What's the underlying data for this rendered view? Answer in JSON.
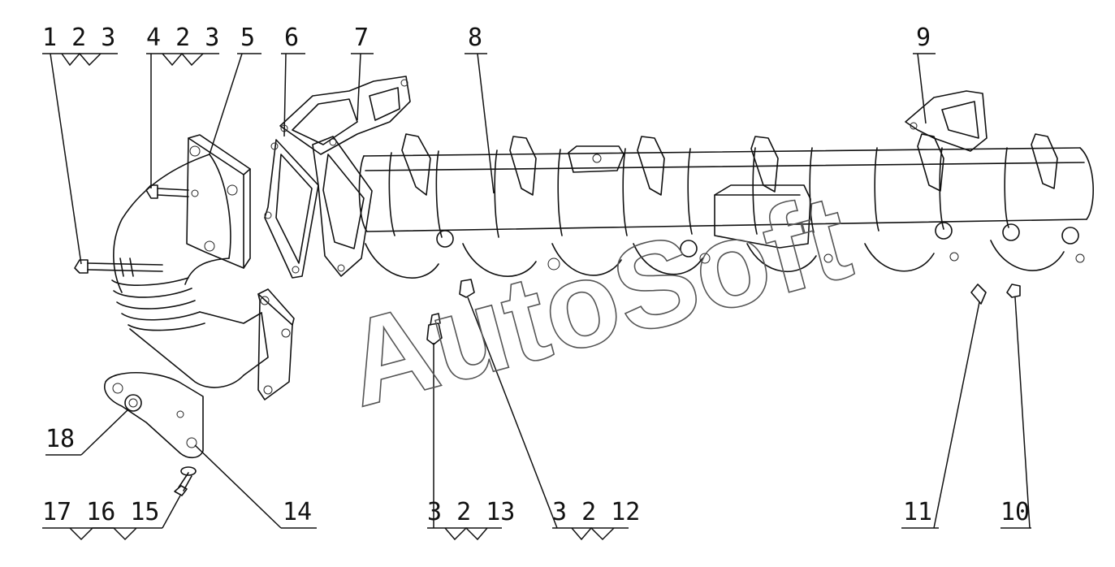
{
  "watermark": "AutoSoft",
  "callouts": [
    {
      "id": "c1",
      "text": "1 2 3"
    },
    {
      "id": "c2",
      "text": "4 2 3"
    },
    {
      "id": "c3",
      "text": "5"
    },
    {
      "id": "c4",
      "text": "6"
    },
    {
      "id": "c5",
      "text": "7"
    },
    {
      "id": "c6",
      "text": "8"
    },
    {
      "id": "c7",
      "text": "9"
    },
    {
      "id": "c8",
      "text": "18"
    },
    {
      "id": "c9",
      "text": "14"
    },
    {
      "id": "c10",
      "text": "17 16 15"
    },
    {
      "id": "c11",
      "text": "3 2 13"
    },
    {
      "id": "c12",
      "text": "3 2 12"
    },
    {
      "id": "c13",
      "text": "11"
    },
    {
      "id": "c14",
      "text": "10"
    }
  ]
}
